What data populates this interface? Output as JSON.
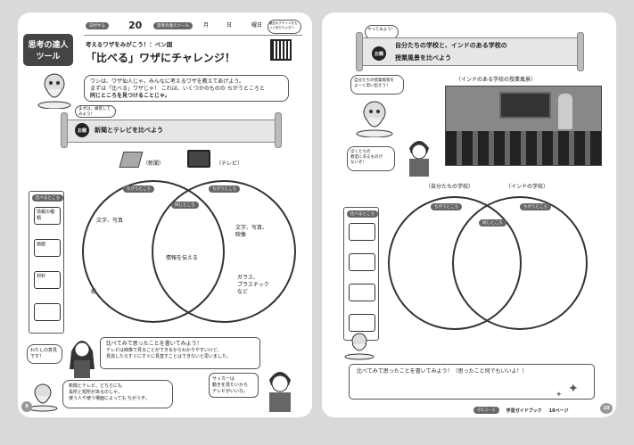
{
  "left": {
    "badge": {
      "line1": "思考の達人",
      "line2": "ツール"
    },
    "header": {
      "chip_date": "日付やる",
      "num": "20",
      "chip_tool": "思考の達人ツール",
      "month": "月",
      "day": "日",
      "weekday": "曜日",
      "qr_note": "筆記のデザインをもっと知りたい方へ"
    },
    "title": {
      "sub": "考えるワザをみがこう！：ペン図",
      "main": "「比べる」ワザにチャレンジ！"
    },
    "intro": {
      "line1": "ワシは、ワザ仙人じゃ。みんなに考えるワザを教えてあげよう。",
      "line2": "まずは「比べる」ワザじゃ！ これは、いくつかのものの ちがうところと",
      "line3": "同じところを見つけることじゃ。"
    },
    "practice_bubble": "まずは、練習してみよう！",
    "question": {
      "label": "お題",
      "text": "新聞とテレビを比べよう"
    },
    "labels": {
      "newspaper": "（新聞）",
      "tv": "（テレビ）"
    },
    "venn": {
      "diff_left": "ちがうところ",
      "same": "同じところ",
      "diff_right": "ちがうところ",
      "left_notes": [
        "文字、写真"
      ],
      "left_bottom": "紙",
      "center_note": "情報を伝える",
      "right_notes": [
        "文字、写真、",
        "映像"
      ],
      "right_bottom": [
        "ガラス、",
        "プラスチック",
        "など"
      ]
    },
    "side": {
      "header": "比べるところ",
      "items": [
        "情報の種類",
        "画面",
        "材料",
        ""
      ]
    },
    "girl_bubble": "わたしの意見です！",
    "reflection": {
      "prompt": "比べてみて思ったことを書いてみよう！",
      "line1": "テレビは映像で見ることができるからわかりやすいけど、",
      "line2": "見逃したらすぐにすぐに見直すことはできないと思いました。"
    },
    "sage_note": [
      "新聞とテレビ、どちらにも",
      "長所と短所があるのじゃ。",
      "使う人や使う場面によっても ちがうぞ。"
    ],
    "boy_bubble": [
      "サッカーは",
      "動きを見たいから",
      "テレビがいいな。"
    ],
    "page_no": "9"
  },
  "right": {
    "question_bubble": "やってみよう！",
    "question": {
      "label": "お題",
      "line1": "自分たちの学校と、インドのある学校の",
      "line2": "授業風景を比べよう"
    },
    "photo_bubble": [
      "自分たちの授業風景を",
      "よーく思い出そう！"
    ],
    "photo_caption": "（インドのある学校の授業風景）",
    "kid_bubble": [
      "ぼくたちの",
      "教室にあるものが",
      "ないぞ！"
    ],
    "labels": {
      "left": "（自分たちの学校）",
      "right": "（インドの学校）"
    },
    "venn": {
      "diff_left": "ちがうところ",
      "same": "同じところ",
      "diff_right": "ちがうところ"
    },
    "side": {
      "header": "比べるところ"
    },
    "reflection": {
      "prompt": "比べてみて思ったことを書いてみよう！（思ったこと何でもいいよ！）"
    },
    "footer": {
      "course": "小5コース",
      "guide": "学習ガイドブック",
      "page": "10ページ"
    },
    "page_no": "10"
  }
}
